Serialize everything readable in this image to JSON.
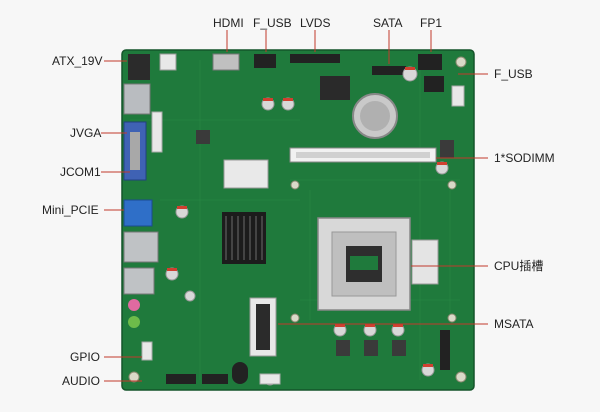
{
  "labels": {
    "hdmi": "HDMI",
    "f_usb_top": "F_USB",
    "lvds": "LVDS",
    "sata": "SATA",
    "fp1": "FP1",
    "atx_19v": "ATX_19V",
    "f_usb_right": "F_USB",
    "jvga": "JVGA",
    "sodimm": "1*SODIMM",
    "jcom1": "JCOM1",
    "mini_pcie": "Mini_PCIE",
    "cpu_socket": "CPU插槽",
    "msata": "MSATA",
    "gpio": "GPIO",
    "audio": "AUDIO"
  },
  "colors": {
    "pcb": "#1f7a3c",
    "pcb_dark": "#15602c",
    "line": "#c0392b",
    "text": "#222222"
  }
}
